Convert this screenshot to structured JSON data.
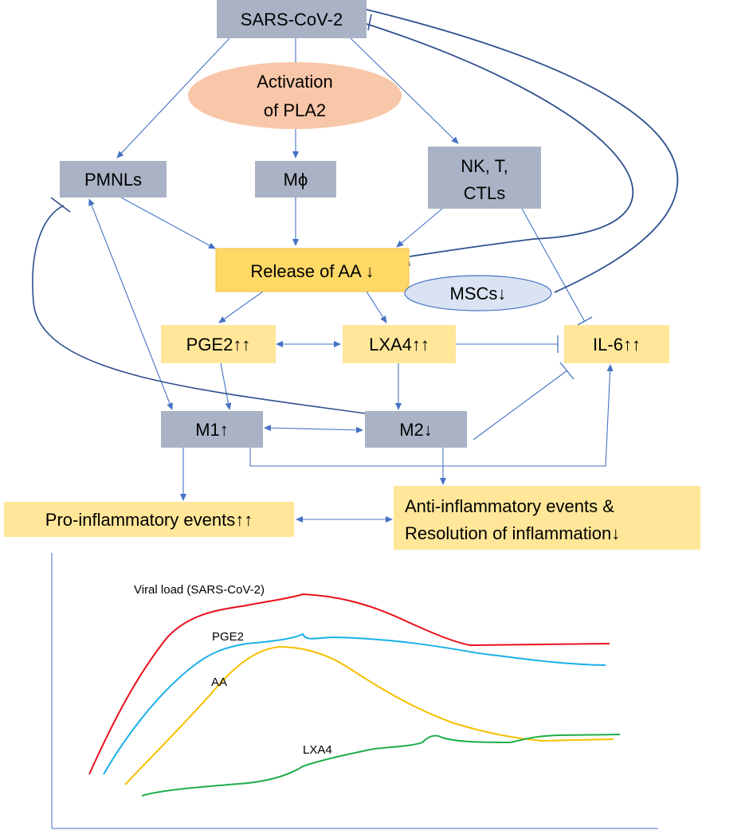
{
  "nodes": {
    "sars": "SARS-CoV-2",
    "pla2_line1": "Activation",
    "pla2_line2": "of PLA2",
    "pmnls": "PMNLs",
    "mphi": "Mϕ",
    "nk_line1": "NK, T,",
    "nk_line2": "CTLs",
    "aa": "Release of AA ↓",
    "mscs": "MSCs↓",
    "pge2": "PGE2↑↑",
    "lxa4": "LXA4↑↑",
    "il6": "IL-6↑↑",
    "m1": "M1↑",
    "m2": "M2↓",
    "pro": "Pro-inflammatory events↑↑",
    "anti_line1": "Anti-inflammatory events &",
    "anti_line2": "Resolution of inflammation↓"
  },
  "curves": {
    "viral": "Viral load (SARS-CoV-2)",
    "pge2": "PGE2",
    "aa": "AA",
    "lxa4": "LXA4"
  },
  "colors": {
    "gray_box": "#aab3c5",
    "yellow_box": "#ffd966",
    "yellow_light": "#ffe699",
    "pla2_ellipse": "#f8c6a8",
    "msc_ellipse": "#dae3f3",
    "arrow": "#4472c4",
    "inhibit_line": "#2f4f8f",
    "viral_curve": "#e8101c",
    "pge2_curve": "#1ab0e8",
    "aa_curve": "#f5c000",
    "lxa4_curve": "#1fae48"
  }
}
